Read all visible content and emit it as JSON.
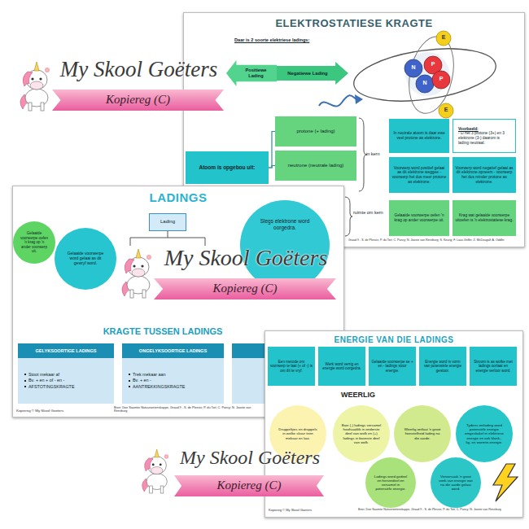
{
  "diagram": {
    "nodes": [
      {
        "text": [
          "ELEKTROSTATIESE KRAGTE"
        ]
      },
      {
        "text": [
          "Positiewe Lading"
        ],
        "in": 0
      },
      {
        "text": [
          "Negatiewe Lading"
        ],
        "in": 0
      },
      {
        "text": [
          "Atoom is opgebou uit:"
        ],
        "in": 0
      },
      {
        "text": [
          "protone (+ lading)"
        ],
        "in": 0
      },
      {
        "text": [
          "neutrone (neutrale lading)"
        ],
        "in": 0
      },
      {
        "text": [
          "In neutrale atoom is daar ewe veel protone as elektrone."
        ],
        "in": 0
      },
      {
        "text": [
          "Voorbeeld:",
          "- Li het 3 protone (3+) en 3 elektrone (3-) daarom is lading neutraal."
        ],
        "in": 0
      },
      {
        "text": [
          "Voorwerp word positief gelaai as dit elektrone weggee - voorwerp het dus meer protone as elektrone."
        ],
        "in": 0
      },
      {
        "text": [
          "Voorwerp word negatief gelaai as dit elektrone opneem - voorwerp het dus minder protone as elektrone."
        ],
        "in": 0
      },
      {
        "text": [
          "Gelaaide voorwerpe oefen 'n krag op ander voorwerpe uit."
        ],
        "in": 0
      },
      {
        "text": [
          "Krag wat gelaaide voorwerpe uitoefen is 'n elektrostatiese krag."
        ],
        "in": 0
      },
      {
        "text": [
          "LADINGS"
        ]
      },
      {
        "text": [
          "Lading"
        ],
        "in": 12
      },
      {
        "text": [
          "Gelaaide voorwerpe oefen 'n krag op 'n ander voorwerp uit."
        ],
        "in": 12
      },
      {
        "text": [
          "Gelaaide voorwerpe word gelaai as dit gewryf word."
        ],
        "in": 12
      },
      {
        "text": [
          "Slegs elektrone word oorgedra."
        ],
        "in": 12
      },
      {
        "text": [
          "GELYKSOORTIGE LADINGS"
        ],
        "in": 12
      },
      {
        "text": [
          "Stoot mekaar af",
          "Bv. + en + of - en -",
          "AFSTOTINGSKRAGTE"
        ],
        "in": 12
      },
      {
        "text": [
          "ONGELYKSOORTIGE LADINGS"
        ],
        "in": 12
      },
      {
        "text": [
          "Trek mekaar aan",
          "Bv. + en -",
          "AANTREKKINGSKRAGTE"
        ],
        "in": 12
      },
      {
        "text": [
          "ENERGIE VAN DIE LADINGS"
        ]
      },
      {
        "text": [
          "Een metode om voorwerp te laai (+ of -) is om dit te vryf."
        ],
        "in": 21
      },
      {
        "text": [
          "Werk word verrig en energie word oorgedra."
        ],
        "in": 21
      },
      {
        "text": [
          "Gelaaide voorwerpe se + en - ladings stoor energie."
        ],
        "in": 21
      },
      {
        "text": [
          "Energie word in vorm van potensiële energie gestoor."
        ],
        "in": 21
      },
      {
        "text": [
          "Stroom is as wolke met ladings oorlaai en energie verloor word."
        ],
        "in": 21
      },
      {
        "text": [
          "Druppeltjies en druppels in wolke skuur teen mekaar en laai."
        ],
        "in": 21
      },
      {
        "text": [
          "Baie (-) ladings versamel hoofsaaklik in onderste deel van wolk en (+) ladings in boonste deel van wolk."
        ],
        "in": 21
      },
      {
        "text": [
          "Weerlig ontlaai 'n groot hoeveelheid lading na die aarde."
        ],
        "in": 21
      },
      {
        "text": [
          "Tydens ontlading word potensiële energie omgeskakel in elektriese energie en ook klank-, lig- en warmte-energie."
        ],
        "in": 21
      },
      {
        "text": [
          "Ladings word gedeel en herverdeel en versamel in potensiële energie."
        ],
        "in": 21
      },
      {
        "text": [
          "Veroorsaak 'n groot vonk van energie wat na die aarde gelaai word."
        ],
        "in": 21
      },
      {
        "text": [
          "My Skool Goëters",
          "Kopiereg (C)"
        ]
      },
      {
        "text": [
          "My Skool Goëters",
          "Kopiereg (C)"
        ]
      },
      {
        "text": [
          "My Skool Goëters",
          "Kopiereg (C)"
        ]
      }
    ],
    "edges": [
      {
        "from": 3,
        "to": 4,
        "arrow": "none"
      },
      {
        "from": 3,
        "to": 5,
        "arrow": "none"
      }
    ],
    "labels": [
      "Daar is 2 soorte elektriese ladings:",
      "E",
      "P",
      "N",
      "N",
      "P",
      "E",
      "in kern",
      "ruimte om kern",
      "Graad 9 - S. de Plessis; P. du Toit; C. Pancy; N. Jooste van Rensburg; S. Keurig; F. Laas-Griffin; Z. McDougall; A. Oddfin",
      "KRAGTE TUSSEN LADINGS",
      "Kopiereg © My Skool Goeters",
      "Bron: Doe Saamtie Natuurwetenskappe, Graad 9 - S. de Plessis; P. du Toit; C. Pancy; N. Jooste van Rensburg",
      "WEERLIG",
      "Kopiereg © My Skool Goeters",
      "Bron: Doe Saamtie Natuurwetenskappe, Graad 9 - S. de Plessis; P. du Toit; C. Pancy; N. Jooste van Rensburg"
    ]
  }
}
